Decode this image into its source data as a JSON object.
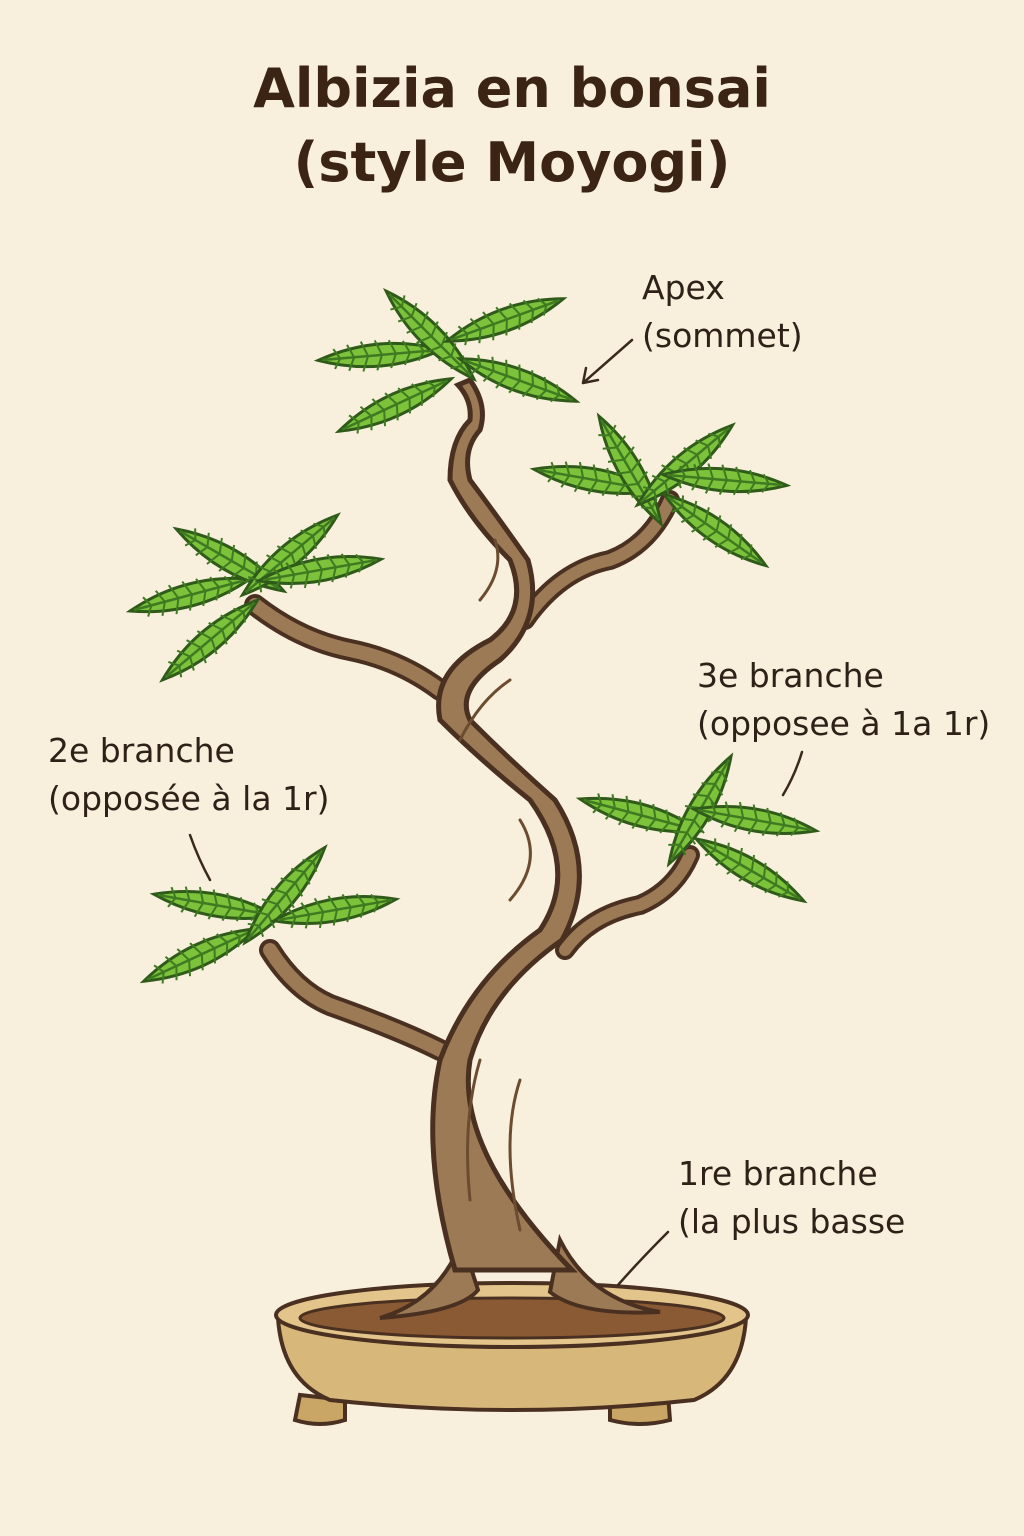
{
  "title": {
    "line1": "Albizia en bonsai",
    "line2": "(style Moyogi)"
  },
  "labels": {
    "apex": {
      "line1": "Apex",
      "line2": "(sommet)"
    },
    "branch3": {
      "line1": "3e branche",
      "line2": "(opposee à 1a 1r)"
    },
    "branch2": {
      "line1": "2e branche",
      "line2": "(opposée à la 1r)"
    },
    "branch1": {
      "line1": "1re branche",
      "line2": "(la plus basse"
    }
  },
  "colors": {
    "background": "#f8f0dc",
    "trunk": "#9b7a55",
    "outline": "#4a3020",
    "foliage": "#7cc23a",
    "pot": "#d8b77a",
    "soil": "#8a5a34"
  }
}
